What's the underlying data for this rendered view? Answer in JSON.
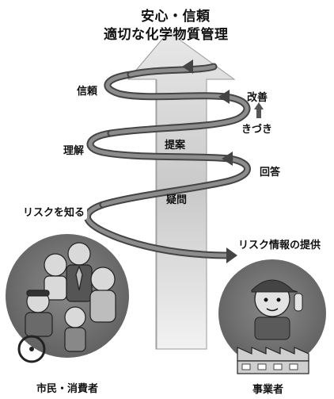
{
  "title": {
    "line1": "安心・信頼",
    "line2": "適切な化学物質管理"
  },
  "steps": {
    "trust": "信頼",
    "understanding": "理解",
    "know_risk": "リスクを知る",
    "proposal": "提案",
    "question": "疑問",
    "improvement": "改善",
    "awareness": "きづき",
    "answer": "回答",
    "provide_risk_info": "リスク情報の提供"
  },
  "actors": {
    "citizens": "市民・消費者",
    "business": "事業者"
  }
}
